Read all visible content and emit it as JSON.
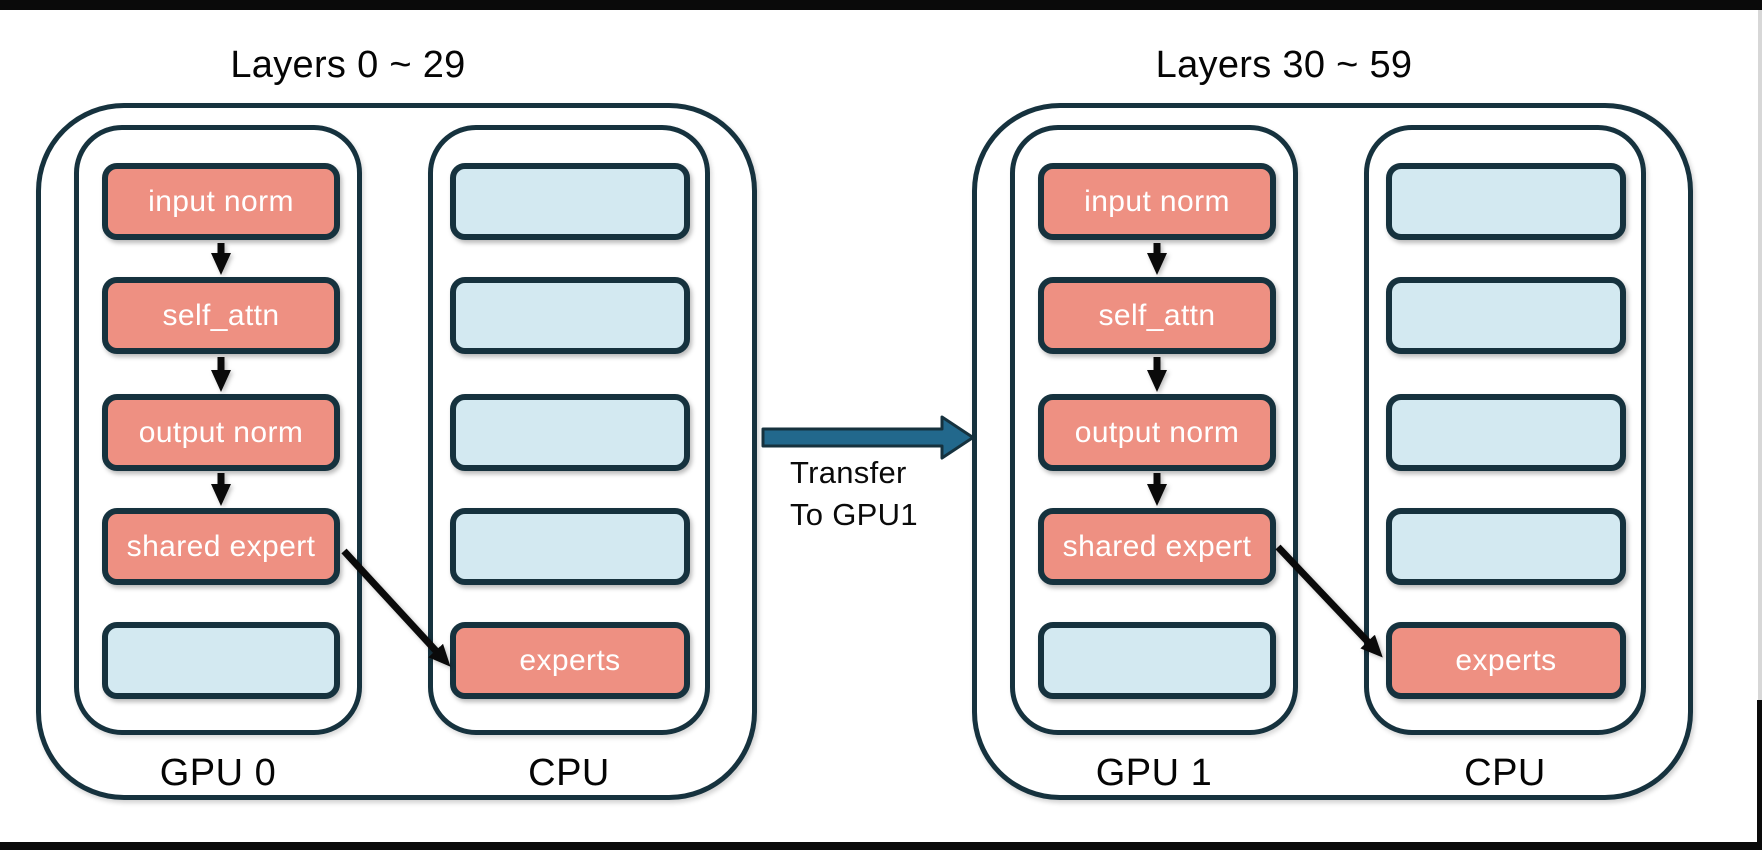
{
  "diagram": {
    "description_hint": "MoE model layer placement: GPU holds dense modules, CPU holds experts; pipeline transfer between GPUs"
  },
  "colors": {
    "border_navy": "#16323E",
    "gpu_module_fill": "#EE9082",
    "empty_slot_fill": "#D3E9F1",
    "transfer_arrow_fill": "#22688C",
    "flow_arrow": "#0A0A0A",
    "text_dark": "#050505",
    "module_text": "#FFFFFF",
    "edge_bar": "#0A0A0A"
  },
  "groups": [
    {
      "title": "Layers 0 ~ 29",
      "device_label": "GPU 0",
      "host_label": "CPU",
      "gpu_modules": [
        "input norm",
        "self_attn",
        "output norm",
        "shared expert"
      ],
      "gpu_empty_slots": 1,
      "cpu_empty_slots": 4,
      "cpu_module": "experts"
    },
    {
      "title": "Layers 30 ~ 59",
      "device_label": "GPU 1",
      "host_label": "CPU",
      "gpu_modules": [
        "input norm",
        "self_attn",
        "output norm",
        "shared expert"
      ],
      "gpu_empty_slots": 1,
      "cpu_empty_slots": 4,
      "cpu_module": "experts"
    }
  ],
  "transfer": {
    "line1": "Transfer",
    "line2": "To GPU1"
  }
}
